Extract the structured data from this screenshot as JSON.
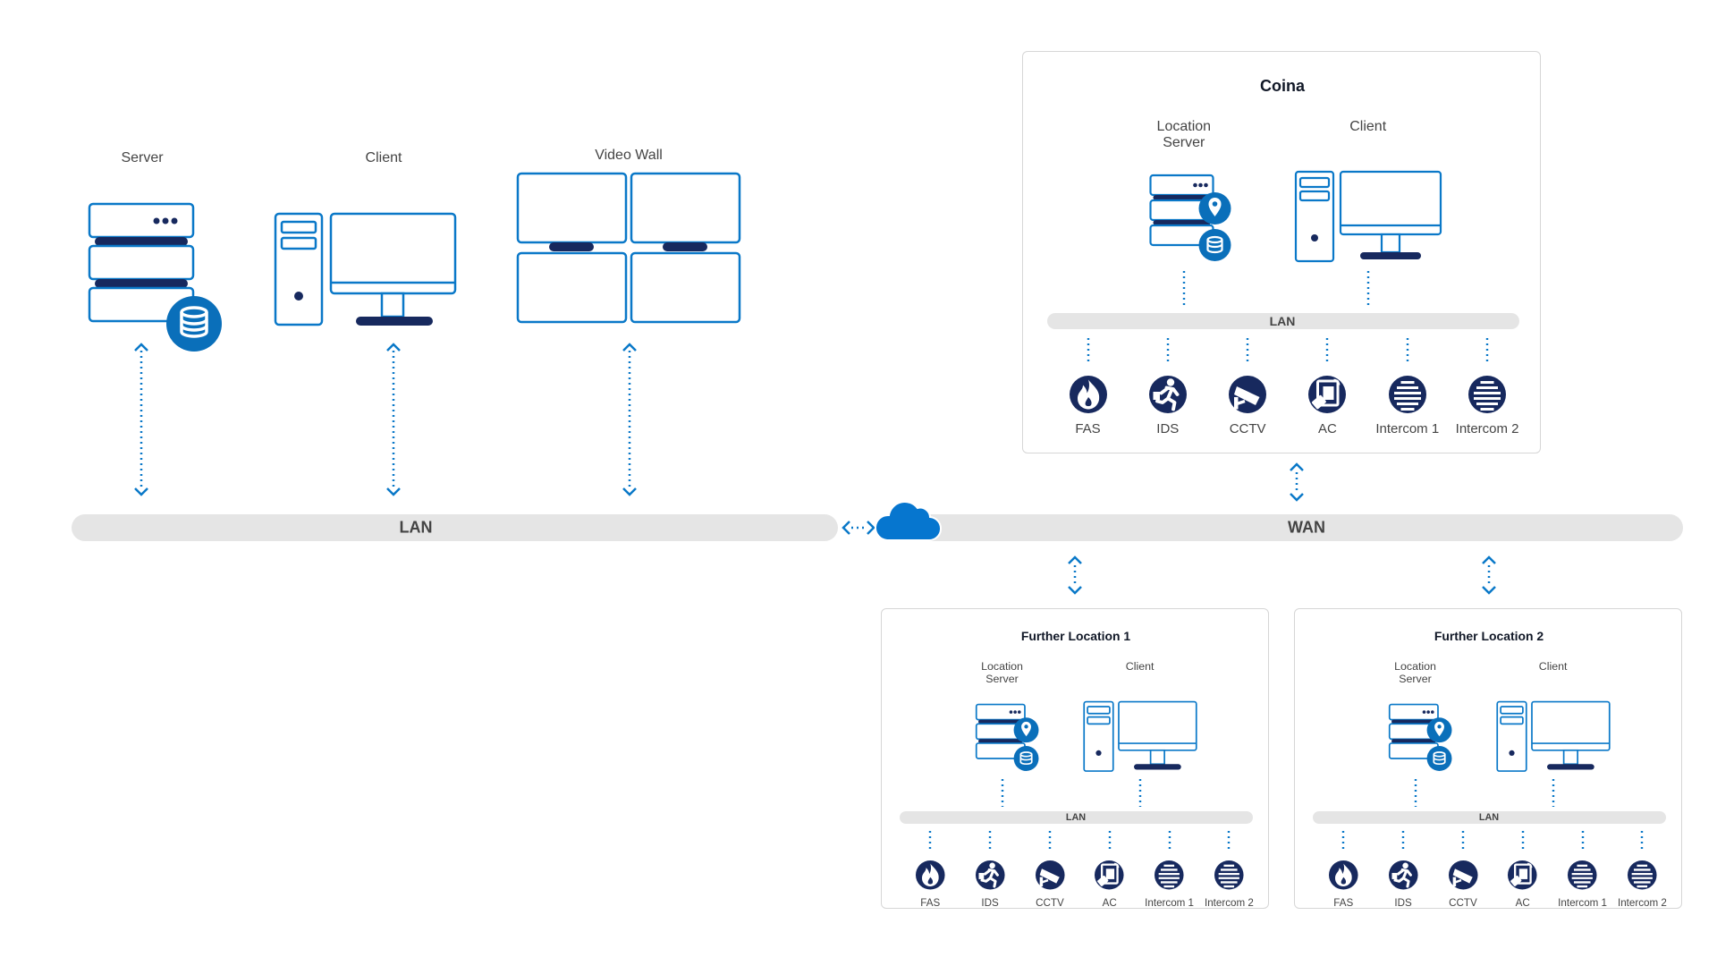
{
  "colors": {
    "outline_blue": "#0a78c8",
    "navy": "#17295e",
    "cloud_blue": "#0676cf",
    "bar_gray": "#e5e5e5",
    "border_gray": "#d6d6d6"
  },
  "headquarters": {
    "server_label": "Server",
    "client_label": "Client",
    "video_wall_label": "Video Wall",
    "lan_label": "LAN"
  },
  "network": {
    "wan_label": "WAN",
    "cloud_icon": "cloud-icon"
  },
  "sites": [
    {
      "title": "Coina",
      "location_server_label": "Location\nServer",
      "client_label": "Client",
      "lan_label": "LAN",
      "devices": [
        {
          "label": "FAS",
          "icon": "fire-icon"
        },
        {
          "label": "IDS",
          "icon": "running-person-icon"
        },
        {
          "label": "CCTV",
          "icon": "camera-icon"
        },
        {
          "label": "AC",
          "icon": "access-card-icon"
        },
        {
          "label": "Intercom 1",
          "icon": "intercom-icon"
        },
        {
          "label": "Intercom 2",
          "icon": "intercom-icon"
        }
      ]
    },
    {
      "title": "Further Location 1",
      "location_server_label": "Location\nServer",
      "client_label": "Client",
      "lan_label": "LAN",
      "devices": [
        {
          "label": "FAS",
          "icon": "fire-icon"
        },
        {
          "label": "IDS",
          "icon": "running-person-icon"
        },
        {
          "label": "CCTV",
          "icon": "camera-icon"
        },
        {
          "label": "AC",
          "icon": "access-card-icon"
        },
        {
          "label": "Intercom 1",
          "icon": "intercom-icon"
        },
        {
          "label": "Intercom 2",
          "icon": "intercom-icon"
        }
      ]
    },
    {
      "title": "Further Location 2",
      "location_server_label": "Location\nServer",
      "client_label": "Client",
      "lan_label": "LAN",
      "devices": [
        {
          "label": "FAS",
          "icon": "fire-icon"
        },
        {
          "label": "IDS",
          "icon": "running-person-icon"
        },
        {
          "label": "CCTV",
          "icon": "camera-icon"
        },
        {
          "label": "AC",
          "icon": "access-card-icon"
        },
        {
          "label": "Intercom 1",
          "icon": "intercom-icon"
        },
        {
          "label": "Intercom 2",
          "icon": "intercom-icon"
        }
      ]
    }
  ]
}
